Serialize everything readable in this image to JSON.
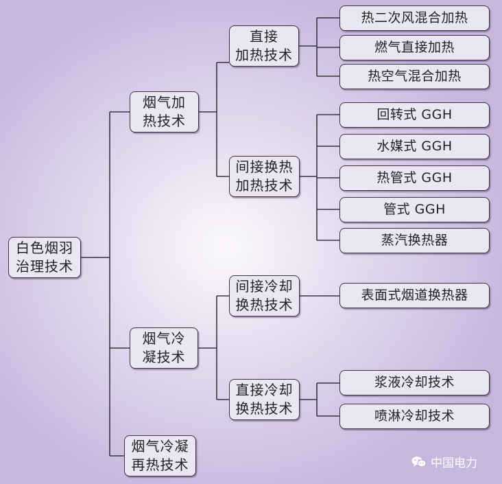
{
  "root": {
    "label": "白色烟羽\n治理技术"
  },
  "categories": [
    {
      "label": "烟气加\n热技术"
    },
    {
      "label": "烟气冷\n凝技术"
    },
    {
      "label": "烟气冷凝\n再热技术"
    }
  ],
  "methods": [
    {
      "label": "直接\n加热技术"
    },
    {
      "label": "间接换热\n加热技术"
    },
    {
      "label": "间接冷却\n换热技术"
    },
    {
      "label": "直接冷却\n换热技术"
    }
  ],
  "leaves": [
    {
      "label": "热二次风混合加热"
    },
    {
      "label": "燃气直接加热"
    },
    {
      "label": "热空气混合加热"
    },
    {
      "label": "回转式 GGH"
    },
    {
      "label": "水媒式 GGH"
    },
    {
      "label": "热管式 GGH"
    },
    {
      "label": "管式 GGH"
    },
    {
      "label": "蒸汽换热器"
    },
    {
      "label": "表面式烟道换热器"
    },
    {
      "label": "浆液冷却技术"
    },
    {
      "label": "喷淋冷却技术"
    }
  ],
  "watermark": {
    "text": "中国电力",
    "icon": "wechat-icon"
  }
}
